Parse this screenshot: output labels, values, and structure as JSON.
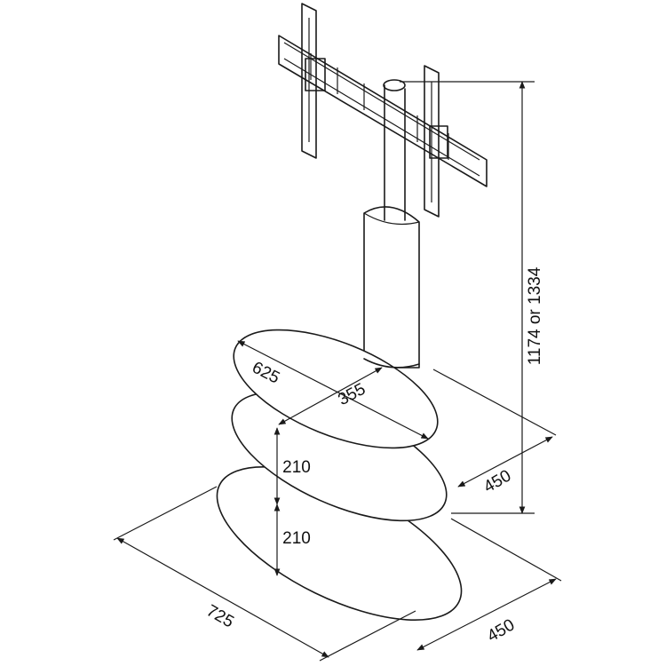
{
  "dimensions": {
    "total_height": "1174 or 1334",
    "top_shelf_width": "625",
    "top_shelf_depth": "355",
    "shelf_gap_upper": "210",
    "shelf_gap_lower": "210",
    "upper_depth": "450",
    "base_width": "725",
    "base_depth": "450"
  },
  "colors": {
    "line": "#1a1a1a",
    "background": "#ffffff"
  }
}
